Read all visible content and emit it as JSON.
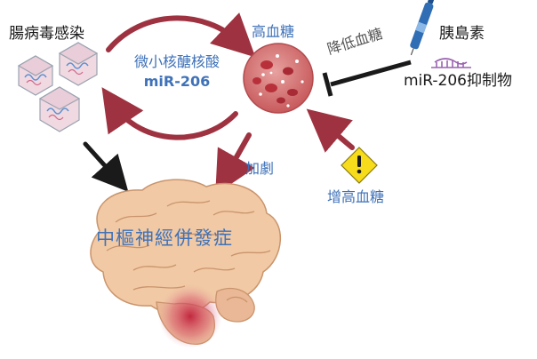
{
  "labels": {
    "enterovirus_infection": "腸病毒感染",
    "microrna_line1": "微小核醣核酸",
    "microrna_line2": "miR-206",
    "hyperglycemia": "高血糖",
    "lower_blood_sugar": "降低血糖",
    "insulin": "胰島素",
    "mir206_inhibitor": "miR-206抑制物",
    "aggravate": "加劇",
    "increase_blood_sugar": "增高血糖",
    "cns_complications": "中樞神經併發症"
  },
  "colors": {
    "arrow_red": "#9e3240",
    "arrow_black": "#1a1a1a",
    "blue_text": "#3f72b8",
    "dark_text": "#1a1a1a",
    "brain": "#f1c9a4",
    "brain_outline": "#c9946c",
    "blood_cell_bg": "#c85a5c",
    "warning_fill": "#f7dc1c"
  },
  "icons": {
    "virus": "virus-icon",
    "blood": "blood-cells-icon",
    "insulin_pen": "insulin-pen-icon",
    "rna": "rna-strand-icon",
    "warning": "warning-icon",
    "brain": "brain-icon"
  }
}
